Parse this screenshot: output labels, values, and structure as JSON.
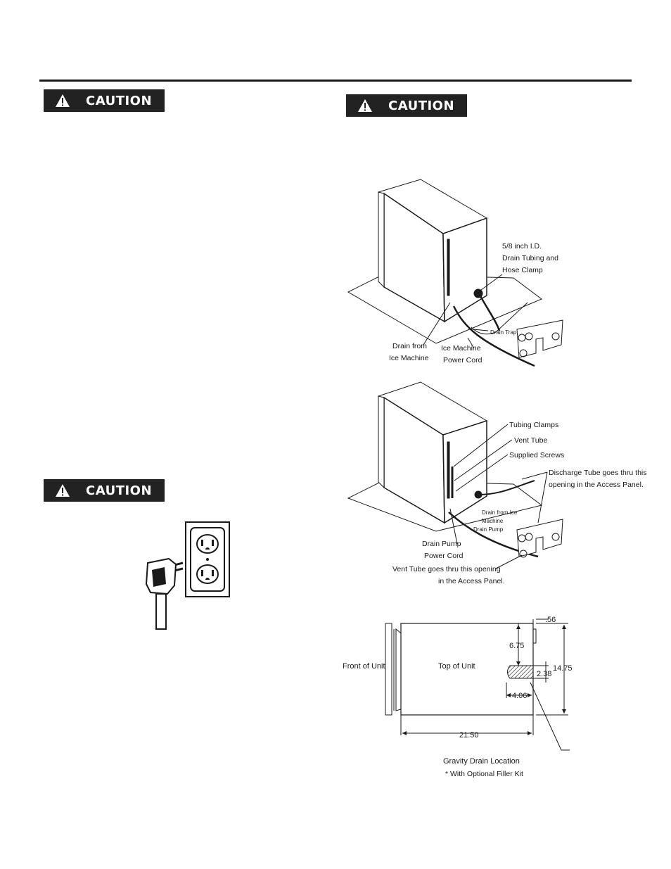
{
  "caution_labels": [
    "CAUTION",
    "CAUTION",
    "CAUTION"
  ],
  "figure1": {
    "callouts": [
      "5/8 inch I.D.",
      "Drain Tubing and",
      "Hose Clamp",
      "Drain Trap",
      "Drain from",
      "Ice Machine",
      "Ice Machine",
      "Power Cord"
    ]
  },
  "figure2": {
    "callouts": [
      "Tubing Clamps",
      "Vent Tube",
      "Supplied Screws",
      "Discharge Tube goes thru this",
      "opening in the Access Panel.",
      "Drain from Ice",
      "Machine",
      "Drain Pump",
      "Drain Pump",
      "Power Cord",
      "Vent Tube goes thru this opening",
      "in the Access Panel."
    ]
  },
  "figure3": {
    "front_label": "Front of Unit",
    "top_label": "Top of Unit",
    "dimensions": [
      "21.50",
      "14.75",
      ".56",
      "6.75",
      "2.38",
      "4.06"
    ],
    "caption": "Gravity Drain Location",
    "caption_note": "* With Optional Filler Kit"
  },
  "colors": {
    "caution_bg": "#222222",
    "caution_text": "#ffffff",
    "line": "#1a1a1a"
  }
}
